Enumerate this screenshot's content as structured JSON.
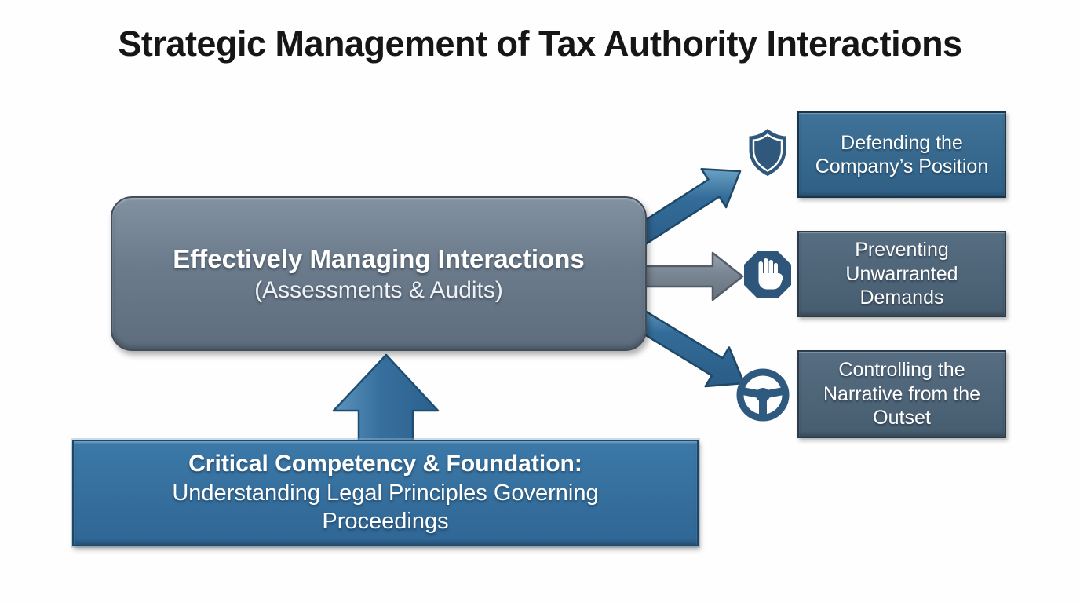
{
  "title": "Strategic Management of Tax Authority Interactions",
  "center_box": {
    "line1": "Effectively Managing Interactions",
    "line2": "(Assessments & Audits)"
  },
  "foundation_box": {
    "line1": "Critical Competency & Foundation:",
    "line2": "Understanding Legal Principles Governing Proceedings"
  },
  "outcomes": [
    {
      "icon": "shield-icon",
      "label": "Defending the Company’s Position"
    },
    {
      "icon": "stop-hand-icon",
      "label": "Preventing Unwarranted Demands"
    },
    {
      "icon": "steering-wheel-icon",
      "label": "Controlling the Narrative from the Outset"
    }
  ],
  "colors": {
    "title": "#161616",
    "center_box_fill": "#68798a",
    "center_box_border": "#414d59",
    "blue_arrow": "#336c99",
    "gray_arrow": "#7b8794",
    "icon_navy": "#2d5478",
    "outcome1_fill": "#35688e",
    "outcome23_fill": "#4d6377",
    "foundation_fill": "#3572a0",
    "text_white": "#ffffff"
  }
}
